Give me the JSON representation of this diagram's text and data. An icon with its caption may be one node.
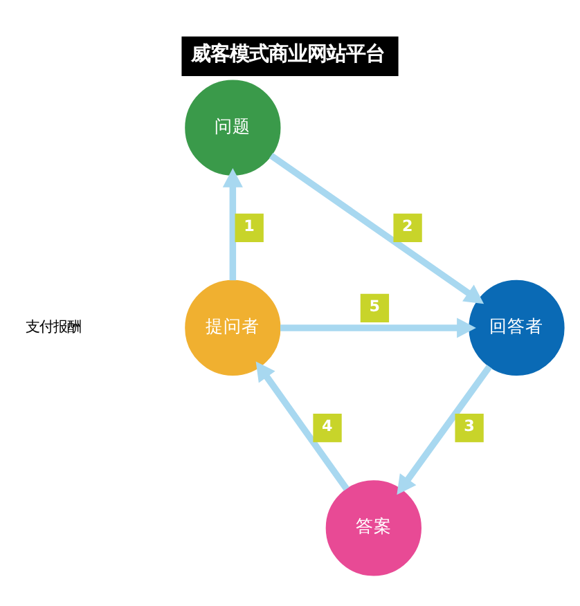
{
  "diagram": {
    "title": "威客模式商业网站平台",
    "nodes": [
      {
        "text": [
          "问题"
        ]
      },
      {
        "text": [
          "回答者"
        ]
      },
      {
        "text": [
          "提问者"
        ]
      },
      {
        "text": [
          "答案"
        ]
      }
    ],
    "edges": [
      {
        "from": 2,
        "to": 0,
        "arrow": "to",
        "label": "1"
      },
      {
        "from": 0,
        "to": 1,
        "arrow": "to",
        "label": "2"
      },
      {
        "from": 1,
        "to": 3,
        "arrow": "to",
        "label": "3"
      },
      {
        "from": 3,
        "to": 2,
        "arrow": "to",
        "label": "4"
      },
      {
        "from": 2,
        "to": 1,
        "arrow": "to",
        "label": "5"
      }
    ],
    "labels": [
      "支付报酬"
    ]
  }
}
